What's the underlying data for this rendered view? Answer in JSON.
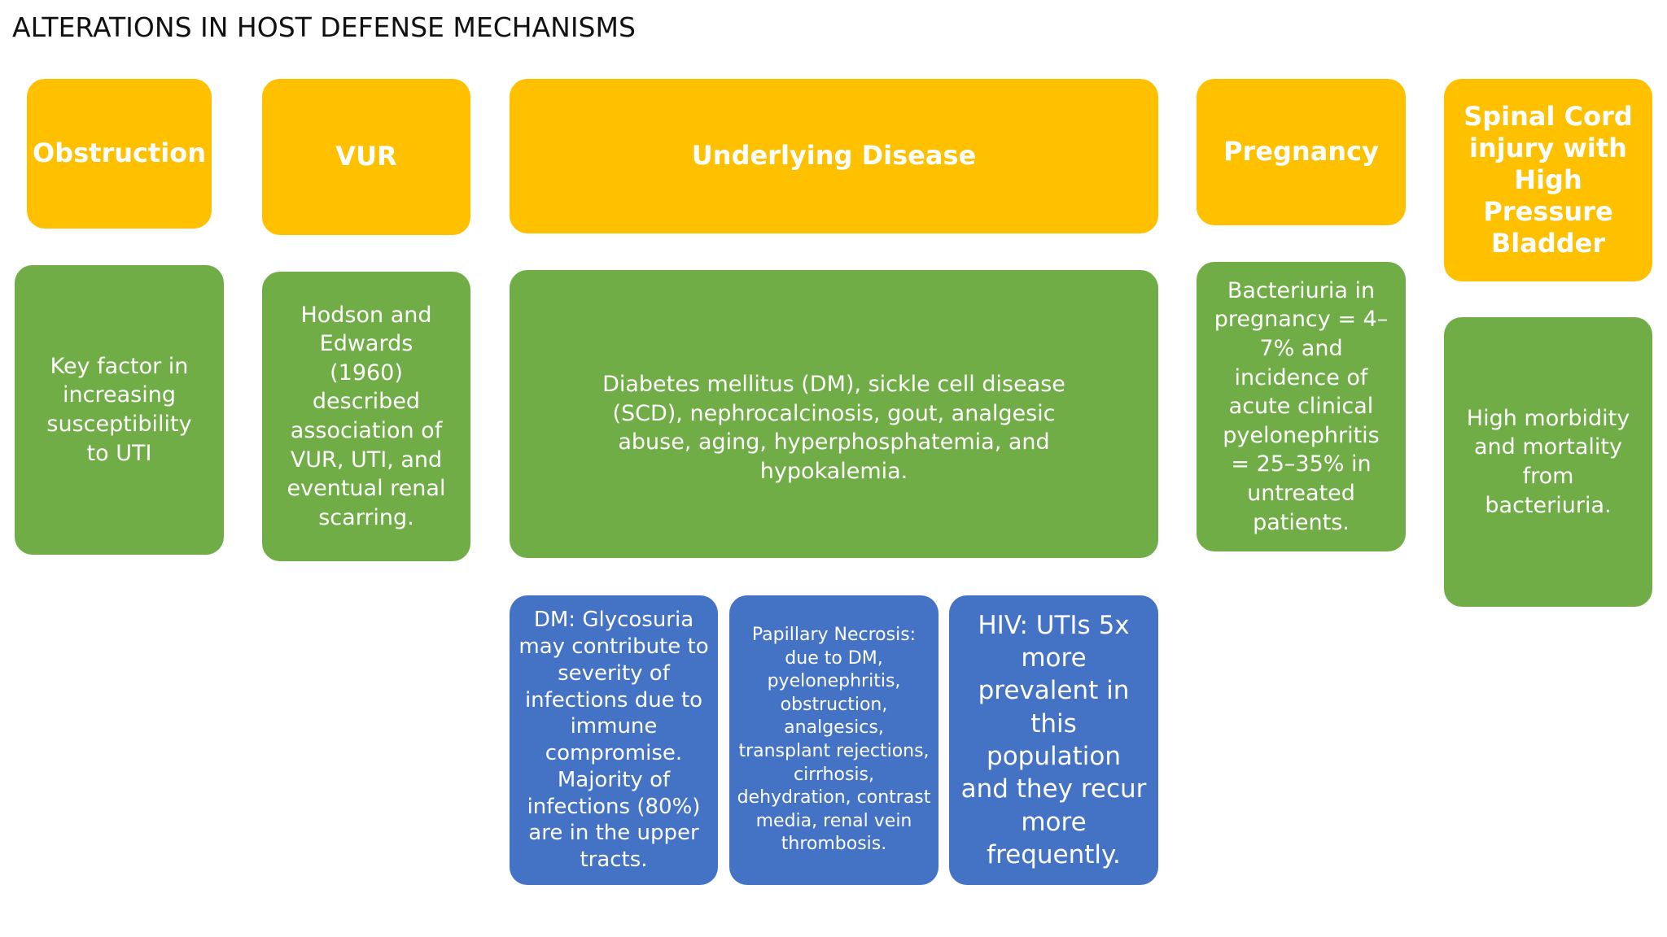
{
  "title": "ALTERATIONS IN HOST DEFENSE MECHANISMS",
  "headers": {
    "obstruction": "Obstruction",
    "vur": "VUR",
    "underlying_disease": "Underlying Disease",
    "pregnancy": "Pregnancy",
    "spinal_cord": "Spinal Cord injury with High Pressure Bladder"
  },
  "details": {
    "obstruction": "Key factor in increasing susceptibility to UTI",
    "vur": "Hodson and Edwards (1960) described association of VUR, UTI, and eventual renal scarring.",
    "underlying_disease": "Diabetes mellitus (DM), sickle cell disease (SCD), nephrocalcinosis, gout, analgesic abuse, aging, hyperphosphatemia, and hypokalemia.",
    "pregnancy": "Bacteriuria in pregnancy = 4–7% and incidence of acute clinical pyelonephritis = 25–35% in untreated patients.",
    "spinal_cord": "High morbidity and mortality from bacteriuria."
  },
  "sub_details": {
    "dm": "DM: Glycosuria may contribute to severity of infections due to immune compromise. Majority of infections (80%) are in the upper tracts.",
    "papillary_necrosis": "Papillary Necrosis: due to DM, pyelonephritis, obstruction, analgesics, transplant rejections, cirrhosis, dehydration, contrast media, renal vein thrombosis.",
    "hiv": "HIV: UTIs 5x more prevalent in this population and they recur more frequently."
  },
  "colors": {
    "header": "#FFC000",
    "detail": "#70AD47",
    "sub_detail": "#4472C4"
  }
}
